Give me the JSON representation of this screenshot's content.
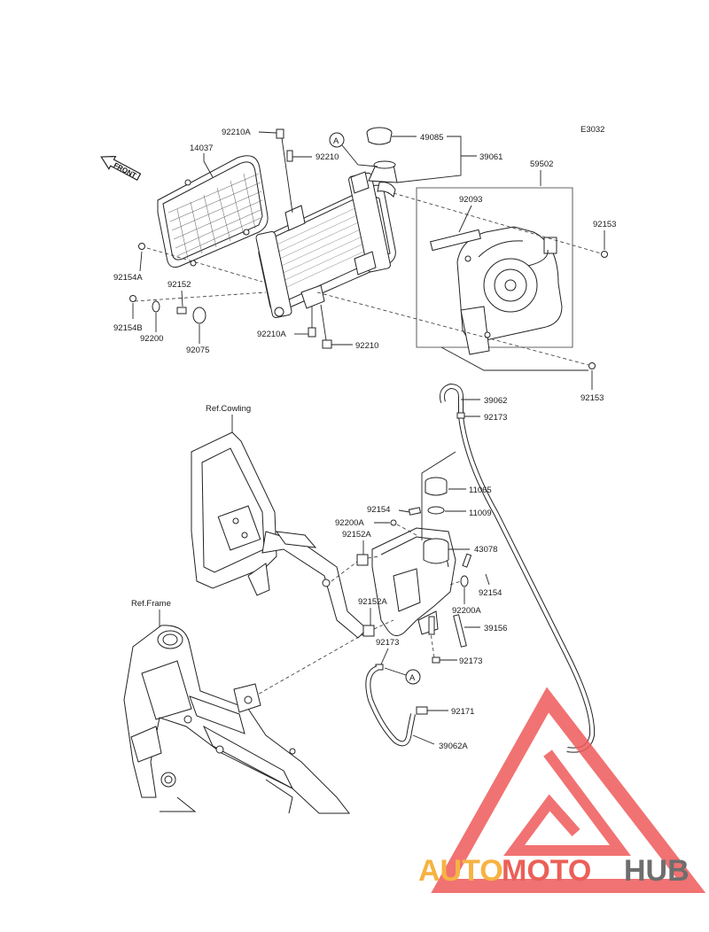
{
  "diagram_code": "E3032",
  "front_label": "FRONT",
  "callout_a": "A",
  "ref_cowling": "Ref.Cowling",
  "ref_frame": "Ref.Frame",
  "parts": {
    "p14037": "14037",
    "p92210A_top": "92210A",
    "p92210_top": "92210",
    "p49085": "49085",
    "p39061": "39061",
    "p59502": "59502",
    "p92093": "92093",
    "p92153_top": "92153",
    "p92154A": "92154A",
    "p92152": "92152",
    "p92154B": "92154B",
    "p92200": "92200",
    "p92075": "92075",
    "p92210A_bot": "92210A",
    "p92210_bot": "92210",
    "p92153_bot": "92153",
    "p39062": "39062",
    "p92173_a": "92173",
    "p11065": "11065",
    "p92154_top": "92154",
    "p11009": "11009",
    "p92200A_top": "92200A",
    "p92152A_top": "92152A",
    "p43078": "43078",
    "p92154_r": "92154",
    "p92152A_mid": "92152A",
    "p92200A_r": "92200A",
    "p39156": "39156",
    "p92173_b": "92173",
    "p92173_c": "92173",
    "p92171": "92171",
    "p39062A": "39062A"
  },
  "watermark": {
    "text_part1": "AUTO",
    "text_part2": "MOTO",
    "text_part3": "HUB",
    "color_orange": "#f5a623",
    "color_red": "#e8443a",
    "color_gray": "#555555",
    "color_triangle": "#ef5a5a"
  }
}
